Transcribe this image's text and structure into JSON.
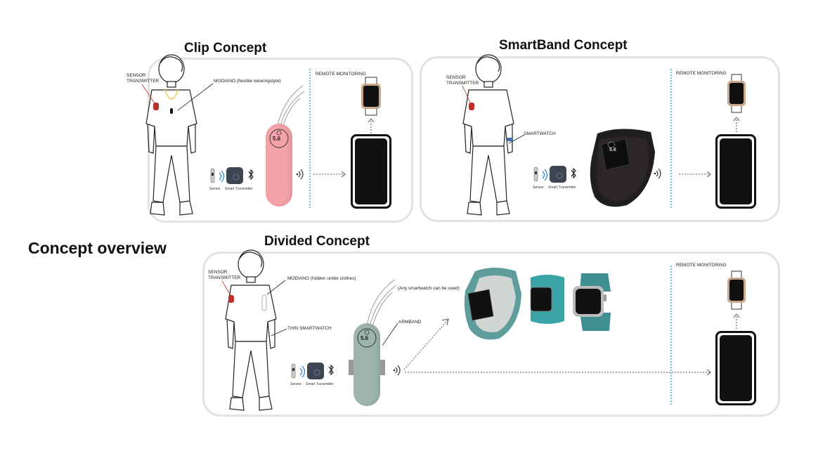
{
  "overview": {
    "title": "Concept overview"
  },
  "clip": {
    "title": "Clip Concept",
    "sensor_label": "SENSOR TRANSMITTER",
    "device_label": "MODIANO (flexible wearingstyle)",
    "remote_label": "REMOTE MONITORING",
    "sensor_caption": "Sensor",
    "transmitter_caption": "Smart Transmitter",
    "readout": "5.6"
  },
  "smartband": {
    "title": "SmartBand Concept",
    "sensor_label": "SENSOR TRANSMITTER",
    "watch_label": "SMARTWATCH",
    "remote_label": "REMOTE MONITORING",
    "sensor_caption": "Sensor",
    "transmitter_caption": "Smart Transmitter",
    "readout": "5.6"
  },
  "divided": {
    "title": "Divided Concept",
    "sensor_label": "SENSOR TRANSMITTER",
    "device_label": "MODIANO (hidden under clothes)",
    "watch_label": "THIN SMARTWATCH",
    "any_watch_label": "(Any smartwatch can be used)",
    "armband_label": "ARMBAND",
    "remote_label": "REMOTE MONITORING",
    "sensor_caption": "Sensor",
    "transmitter_caption": "Smart Transmitter",
    "readout": "5.6"
  },
  "colors": {
    "clip_device": "#f4a3a8",
    "armband_device": "#9db5ae",
    "band_dark": "#1f1d1f",
    "band_teal": "#5f9d9d",
    "sensor_red": "#c0302b",
    "necklace": "#e7c34a",
    "divider": "#6cc3e6",
    "panel_border": "#e2e2e2"
  }
}
